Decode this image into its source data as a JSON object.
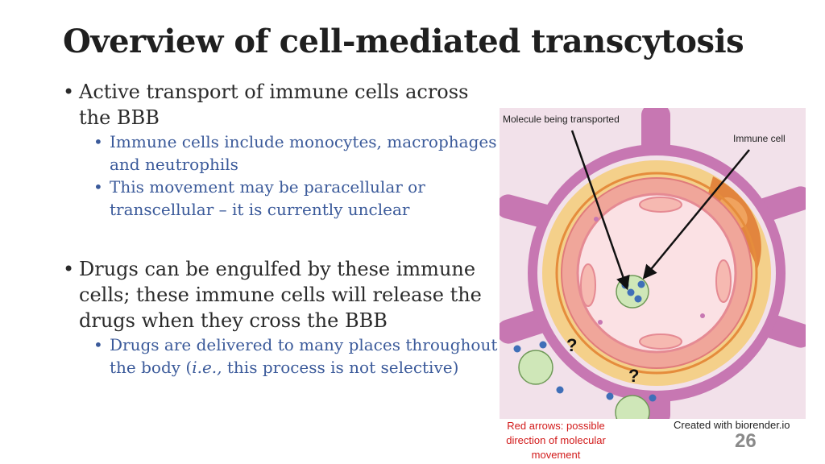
{
  "slide": {
    "title": "Overview of cell-mediated transcytosis",
    "bullets": [
      {
        "text": "Active transport of immune cells across the BBB",
        "sub": [
          "Immune cells include monocytes, macrophages and neutrophils",
          "This movement may be paracellular or transcellular – it is currently unclear"
        ]
      },
      {
        "text": "Drugs can be engulfed by these immune cells; these immune cells will release the drugs when they cross the BBB",
        "sub_prefix": "Drugs are delivered to many places throughout the body (",
        "sub_italic": "i.e.,",
        "sub_suffix": " this process is not selective)"
      }
    ],
    "page_number": "26"
  },
  "diagram": {
    "label_molecule": "Molecule being transported",
    "label_immune": "Immune cell",
    "label_red_arrows": "Red arrows: possible direction of molecular movement",
    "credit": "Created with biorender.io",
    "question_mark": "?",
    "colors": {
      "pericyte": "#c777b2",
      "astro_bg": "#f2e1ea",
      "basement": "#f4d08a",
      "endothelium": "#f0a69a",
      "lumen": "#fbe1e4",
      "immune_cell": "#cfe7b8",
      "molecule": "#3f6fb8"
    }
  }
}
